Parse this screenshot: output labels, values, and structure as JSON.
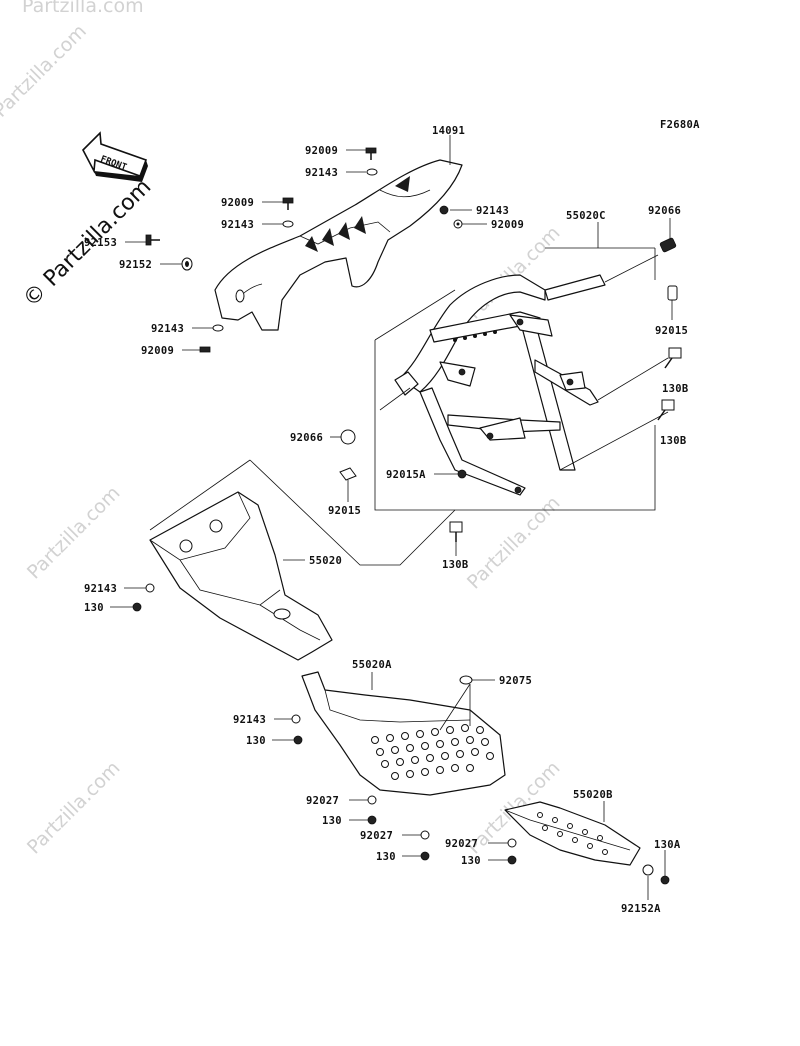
{
  "figure_code": "F2680A",
  "front_label": "FRONT",
  "brand_watermark": "© Partzilla.com",
  "watermark_repeat": "Partzilla.com",
  "labels": {
    "l14091": "14091",
    "l92009a": "92009",
    "l92143a": "92143",
    "l92009b": "92009",
    "l92143b": "92143",
    "l92153": "92153",
    "l92152": "92152",
    "l92143c": "92143",
    "l92009c": "92009",
    "l92143d": "92143",
    "l92009d": "92009",
    "l55020C": "55020C",
    "l92066a": "92066",
    "l92015a": "92015",
    "l130Ba": "130B",
    "l130Bb": "130B",
    "l92066b": "92066",
    "l92015Aa": "92015A",
    "l92015b": "92015",
    "l130Bc": "130B",
    "l55020": "55020",
    "l92143e": "92143",
    "l130a": "130",
    "l55020A": "55020A",
    "l92075": "92075",
    "l92143f": "92143",
    "l130b": "130",
    "l92027a": "92027",
    "l130c": "130",
    "l92027b": "92027",
    "l130d": "130",
    "l92027c": "92027",
    "l130e": "130",
    "l55020B": "55020B",
    "l130A": "130A",
    "l92152A": "92152A"
  }
}
